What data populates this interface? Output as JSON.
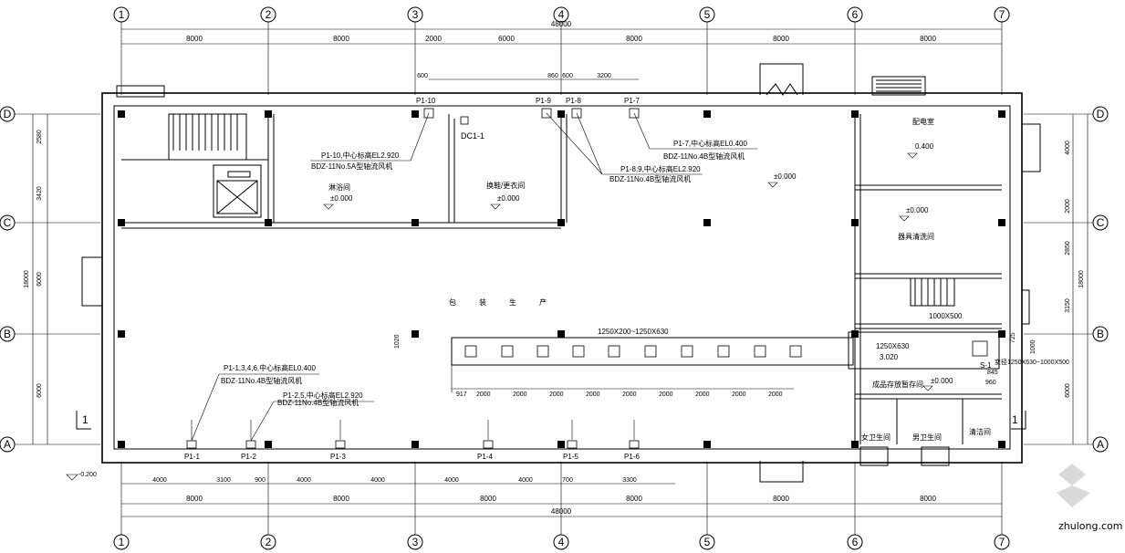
{
  "axes": {
    "columns": [
      "1",
      "2",
      "3",
      "4",
      "5",
      "6",
      "7"
    ],
    "rows": [
      "D",
      "C",
      "B",
      "A"
    ]
  },
  "dimensions": {
    "top_total": "48000",
    "top_bays": [
      "8000",
      "8000",
      "2000",
      "6000",
      "8000",
      "8000",
      "8000"
    ],
    "top_detail": [
      "600",
      "860",
      "600",
      "3200"
    ],
    "bottom_total": "48000",
    "bottom_bays": [
      "8000",
      "8000",
      "8000",
      "8000",
      "8000",
      "8000"
    ],
    "bottom_detail": [
      "4000",
      "3100",
      "900",
      "4000",
      "4000",
      "4000",
      "4000",
      "700",
      "3300"
    ],
    "left_spans": [
      "2580",
      "3420",
      "6000",
      "6000"
    ],
    "left_total": "18000",
    "right_spans": [
      "4000",
      "2000",
      "2850",
      "3150",
      "6000"
    ],
    "right_total": "18000",
    "duct_spacing": [
      "917",
      "2000",
      "2000",
      "2000",
      "2000",
      "2000",
      "2000",
      "2000",
      "2000"
    ],
    "small_dims": [
      "1020",
      "1000",
      "845",
      "960",
      "725"
    ]
  },
  "rooms": {
    "packing": "包　　装　　生　　产",
    "shower": "淋浴间",
    "change_room": "换鞋/更衣间",
    "dressing_room": "配电室",
    "tool_room": "器具清洗间",
    "storage": "成品存放暂存间",
    "women_wc": "女卫生间",
    "men_wc": "男卫生间",
    "cleaning": "清洁间"
  },
  "levels": {
    "shower": "±0.000",
    "change_room": "±0.000",
    "corridor": "±0.000",
    "dressing_room": "0.400",
    "tool_room": "±0.000",
    "storage": "±0.000",
    "duct_level": "3.020",
    "outside": "-0.200"
  },
  "equipment": {
    "top": [
      "P1-10",
      "P1-9",
      "P1-8",
      "P1-7"
    ],
    "bottom": [
      "P1-1",
      "P1-2",
      "P1-3",
      "P1-4",
      "P1-5",
      "P1-6"
    ],
    "dc": "DC1-1",
    "s1": "S-1"
  },
  "notes": {
    "n1_line1": "P1-10,中心标高EL2.920",
    "n1_line2": "BDZ-11No.5A型轴流风机",
    "n2_line1": "P1-7,中心标高EL0.400",
    "n2_line2": "BDZ-11No.4B型轴流风机",
    "n3_line1": "P1-8,9,中心标高EL2.920",
    "n3_line2": "BDZ-11No.4B型轴流风机",
    "n4_line1": "P1-1,3,4,6,中心标高EL0.400",
    "n4_line2": "BDZ-11No.4B型轴流风机",
    "n5_line1": "P1-2,5,中心标高EL2.920",
    "n5_line2": "BDZ-11No.4B型轴流风机"
  },
  "ducts": {
    "main": "1250X200~1250X630",
    "right_box": "1250X630",
    "riser": "1000X500",
    "reducer": "变径1250X630~1000X500"
  },
  "section_mark": "1",
  "watermark": "zhulong.com"
}
